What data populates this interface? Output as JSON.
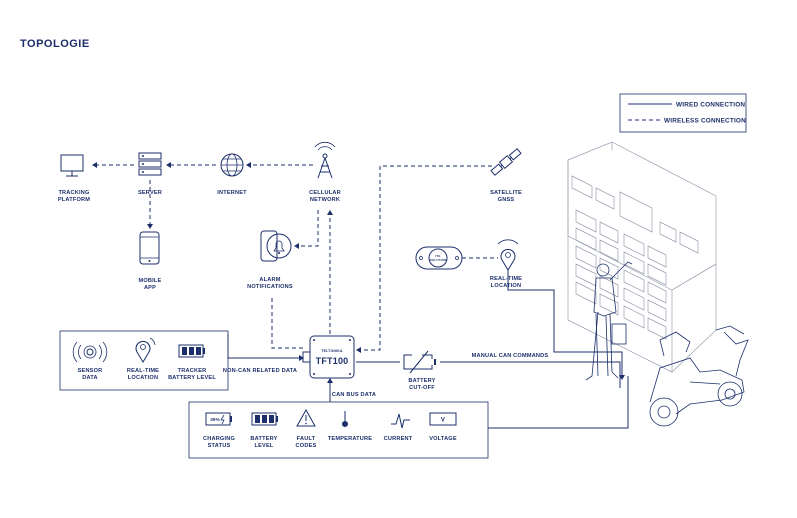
{
  "title": "TOPOLOGIE",
  "legend": {
    "wired": "WIRED CONNECTION",
    "wireless": "WIRELESS CONNECTION"
  },
  "nodes": {
    "tracking_platform": [
      "TRACKING",
      "PLATFORM"
    ],
    "server": [
      "SERVER"
    ],
    "internet": [
      "INTERNET"
    ],
    "cellular": [
      "CELLULAR",
      "NETWORK"
    ],
    "satellite": [
      "SATELLITE",
      "GNSS"
    ],
    "mobile_app": [
      "MOBILE",
      "APP"
    ],
    "alarm": [
      "ALARM",
      "NOTIFICATIONS"
    ],
    "realtime_top": [
      "REAL-TIME",
      "LOCATION"
    ],
    "sensor": [
      "SENSOR",
      "DATA"
    ],
    "realtime_left": [
      "REAL-TIME",
      "LOCATION"
    ],
    "tracker_battery": [
      "TRACKER",
      "BATTERY LEVEL"
    ],
    "battery_cutoff": [
      "BATTERY",
      "CUT-OFF"
    ],
    "charging": [
      "CHARGING",
      "STATUS"
    ],
    "battery_level": [
      "BATTERY",
      "LEVEL"
    ],
    "fault_codes": [
      "FAULT",
      "CODES"
    ],
    "temperature": [
      "TEMPERATURE"
    ],
    "current": [
      "CURRENT"
    ],
    "voltage": [
      "VOLTAGE"
    ]
  },
  "device": {
    "name": "TFT100",
    "brand": "TELTONIKA"
  },
  "tag": [
    "ITE",
    "SOLUTION"
  ],
  "charging_percent": "39%",
  "voltage_symbol": "V",
  "connections": {
    "non_can": "NON-CAN RELATED DATA",
    "can_bus": "CAN BUS DATA",
    "manual_can": "MANUAL CAN COMMANDS"
  },
  "colors": {
    "ink": "#1c2f6b",
    "grey": "#9aa0b0",
    "background": "#ffffff"
  }
}
